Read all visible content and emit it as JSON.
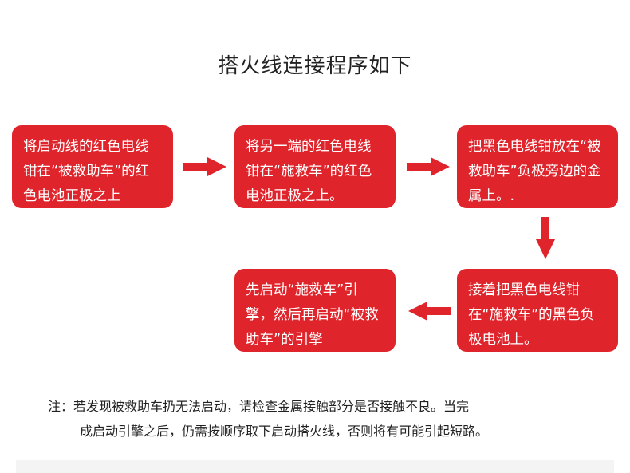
{
  "title": "搭火线连接程序如下",
  "steps": [
    {
      "text": "将启动线的红色电线钳在“被救助车”的红色电池正极之上"
    },
    {
      "text": "将另一端的红色电线钳在“施救车”的红色电池正极之上。"
    },
    {
      "text": "把黑色电线钳放在“被救助车”负极旁边的金属上。."
    },
    {
      "text": "接着把黑色电线钳在“施救车”的黑色负极电池上。"
    },
    {
      "text": "先启动“施救车”引擎，然后再启动“被救助车”的引擎"
    }
  ],
  "note": {
    "line1": "注：若发现被救助车扔无法启动，请检查金属接触部分是否接触不良。当完",
    "line2": "成启动引擎之后，仍需按顺序取下启动搭火线，否则将有可能引起短路。"
  },
  "colors": {
    "box": "#e0242b",
    "box_text": "#ffffff",
    "arrow": "#e0242b"
  }
}
